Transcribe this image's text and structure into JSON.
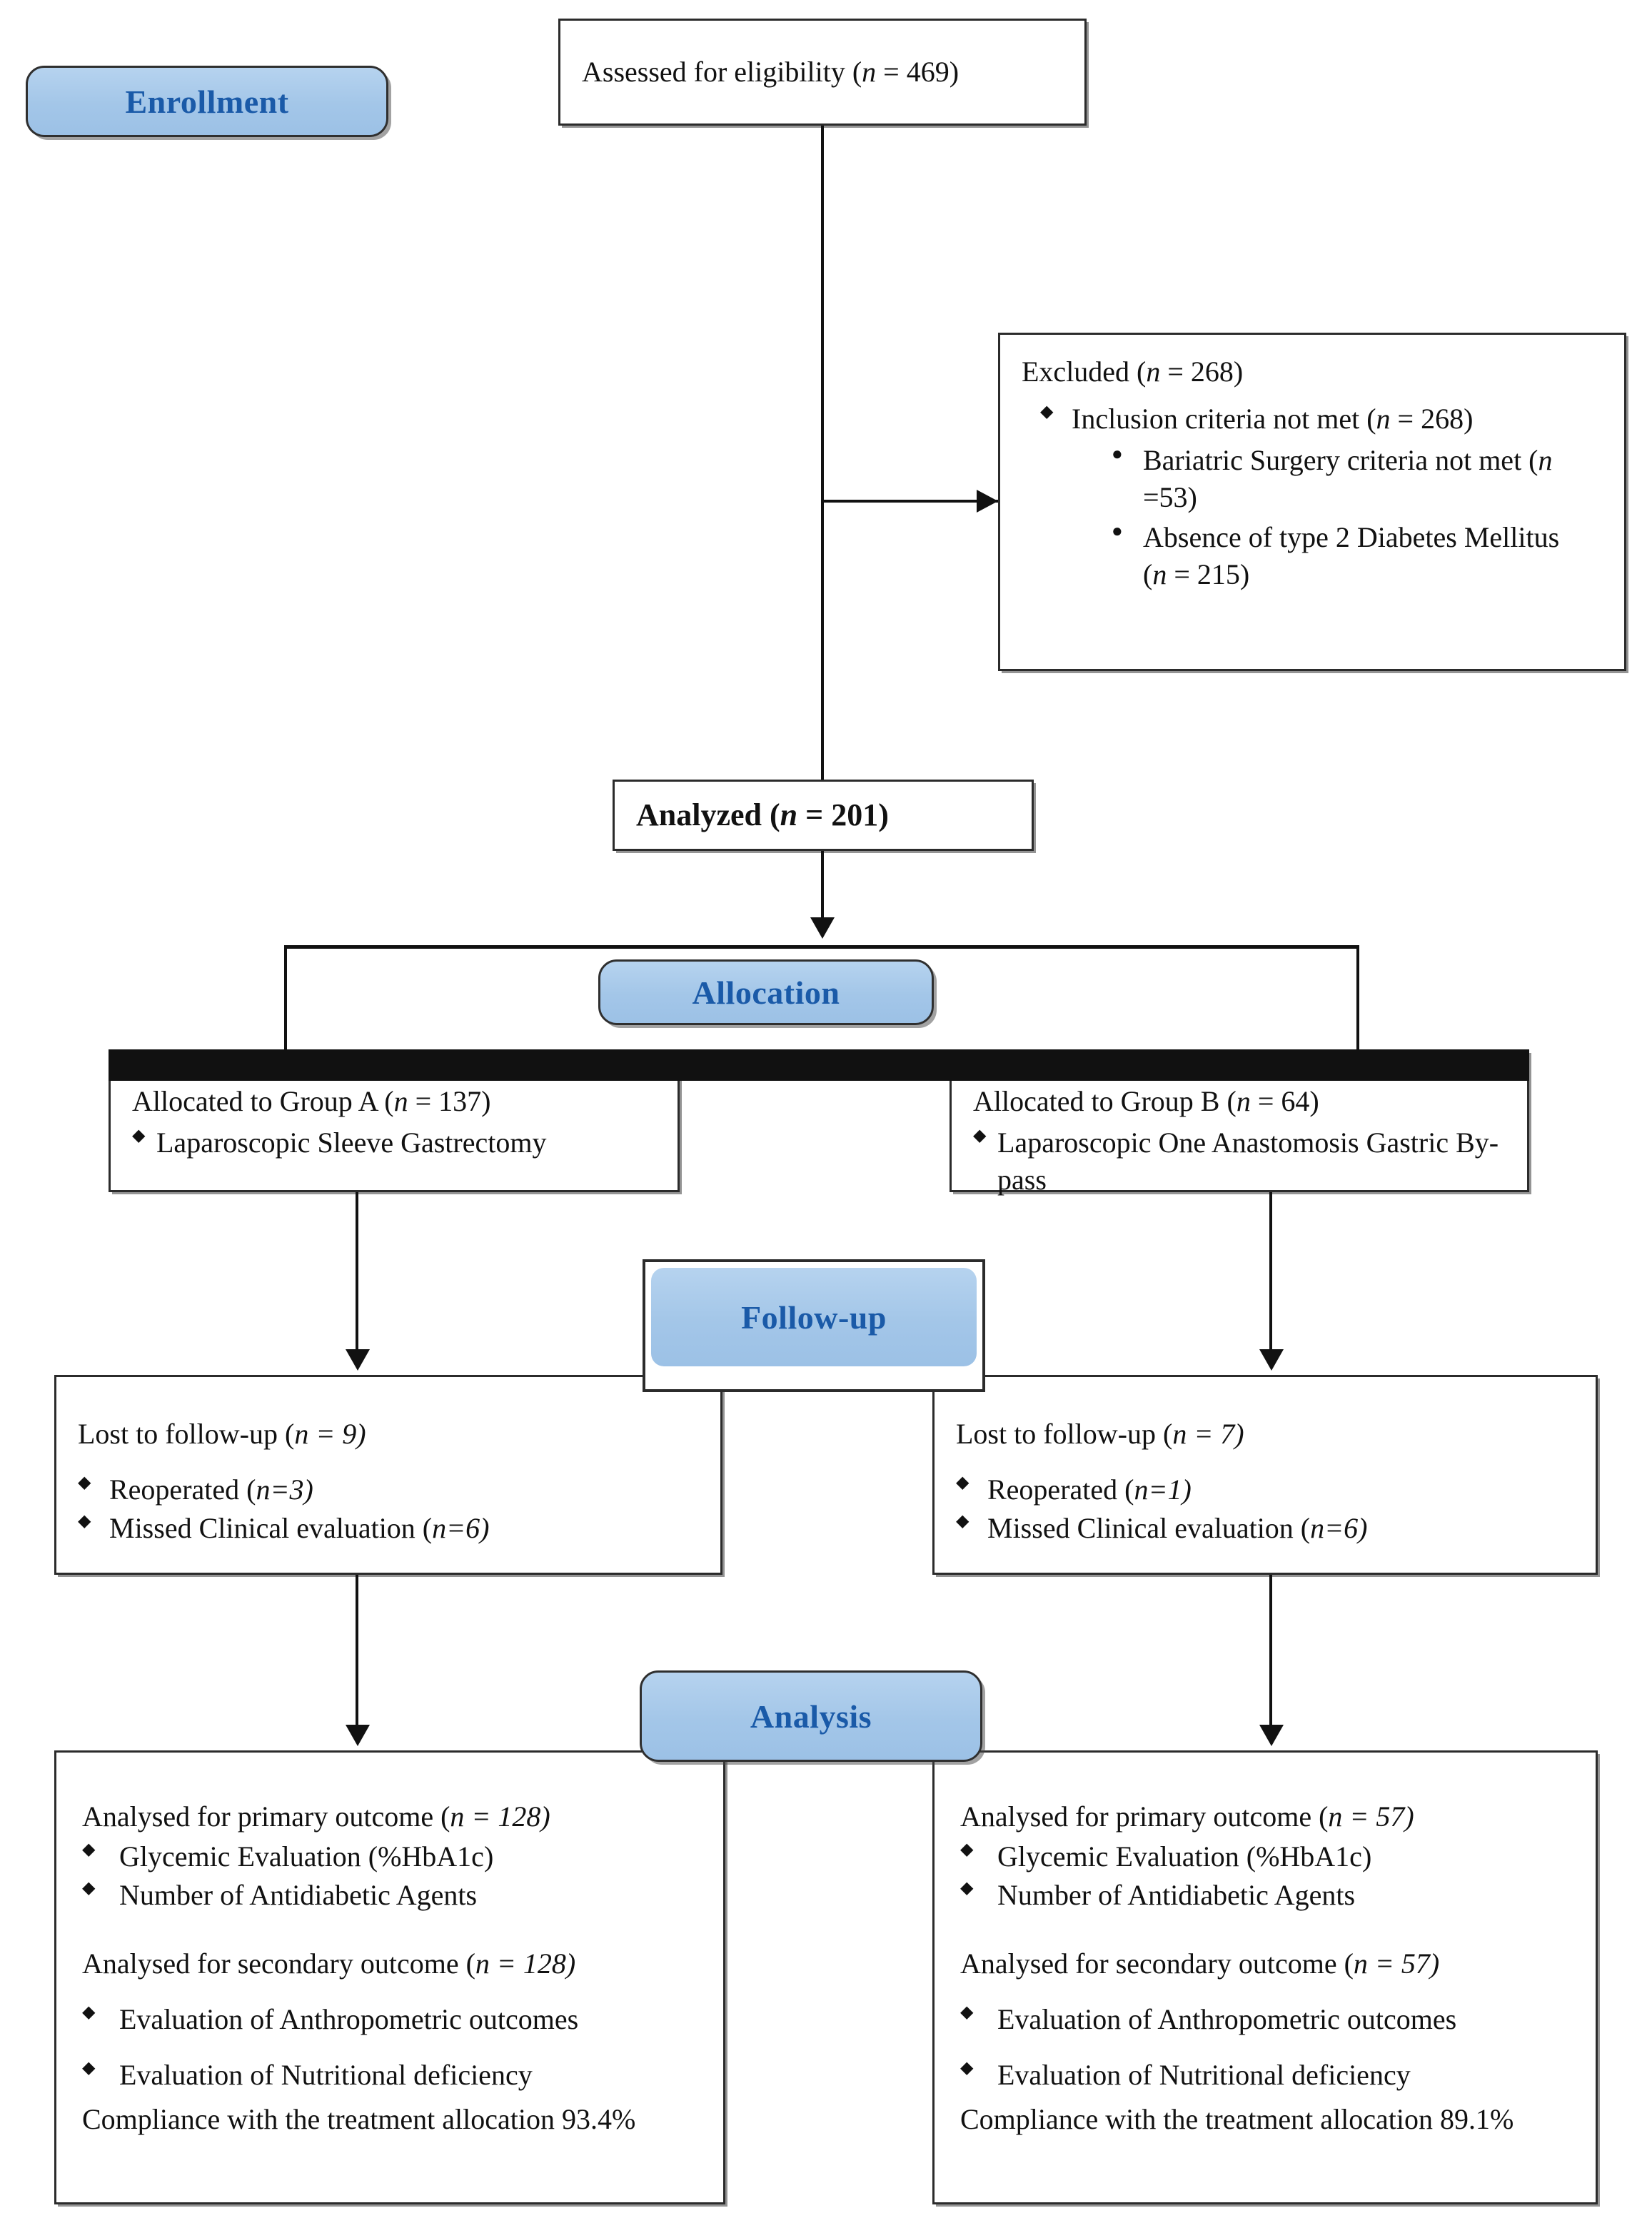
{
  "stages": {
    "enrollment": "Enrollment",
    "allocation": "Allocation",
    "followup": "Follow-up",
    "analysis": "Analysis"
  },
  "colors": {
    "badge_fill": "#a3c6e8",
    "badge_text": "#1a5aa8",
    "line": "#111111",
    "box_border": "#2b2b2b"
  },
  "assessed": {
    "label": "Assessed for eligibility (",
    "n_symbol": "n",
    "n_value": " = 469)"
  },
  "excluded": {
    "header_pre": "Excluded (",
    "header_n": "n",
    "header_val": " = 268)",
    "bullet1_pre": "Inclusion criteria not met (",
    "bullet1_n": "n",
    "bullet1_val": " = 268)",
    "sub1_pre": "Bariatric Surgery criteria not met (",
    "sub1_n": "n",
    "sub1_val": " =53)",
    "sub2_text": "Absence of type 2 Diabetes Mellitus",
    "sub2_n": "n",
    "sub2_val": " = 215)"
  },
  "analyzed": {
    "label_pre": "Analyzed (",
    "n_symbol": "n",
    "n_value": " = 201)"
  },
  "allocation": {
    "left": {
      "header_pre": "Allocated to Group A (",
      "header_n": "n",
      "header_val": " = 137)",
      "items": [
        "Laparoscopic Sleeve Gastrectomy"
      ]
    },
    "right": {
      "header_pre": "Allocated to Group B (",
      "header_n": "n",
      "header_val": " = 64)",
      "items": [
        "Laparoscopic One Anastomosis Gastric By-pass"
      ]
    }
  },
  "followup": {
    "left": {
      "header_pre": "Lost to follow-up (",
      "header_n": "n",
      "header_val": " = 9)",
      "b1_pre": "Reoperated (",
      "b1_n": "n",
      "b1_val": "=3)",
      "b2_pre": "Missed Clinical evaluation (",
      "b2_n": "n",
      "b2_val": "=6)"
    },
    "right": {
      "header_pre": "Lost to follow-up (",
      "header_n": "n",
      "header_val": " = 7)",
      "b1_pre": "Reoperated (",
      "b1_n": "n",
      "b1_val": "=1)",
      "b2_pre": "Missed Clinical evaluation (",
      "b2_n": "n",
      "b2_val": "=6)"
    }
  },
  "analysis": {
    "left": {
      "primary_pre": "Analysed for primary outcome (",
      "primary_n": "n",
      "primary_val": " = 128)",
      "primary_items": [
        "Glycemic Evaluation (%HbA1c)",
        "Number of Antidiabetic Agents"
      ],
      "secondary_pre": "Analysed for secondary outcome (",
      "secondary_n": "n",
      "secondary_val": " = 128)",
      "secondary_items": [
        "Evaluation of Anthropometric outcomes",
        "Evaluation of Nutritional deficiency"
      ],
      "compliance": "Compliance with the treatment allocation 93.4%"
    },
    "right": {
      "primary_pre": "Analysed for primary outcome (",
      "primary_n": "n",
      "primary_val": " = 57)",
      "primary_items": [
        "Glycemic Evaluation (%HbA1c)",
        "Number of Antidiabetic Agents"
      ],
      "secondary_pre": "Analysed for secondary outcome (",
      "secondary_n": "n",
      "secondary_val": " = 57)",
      "secondary_items": [
        "Evaluation of Anthropometric outcomes",
        "Evaluation of Nutritional deficiency"
      ],
      "compliance": "Compliance with the treatment allocation 89.1%"
    }
  }
}
